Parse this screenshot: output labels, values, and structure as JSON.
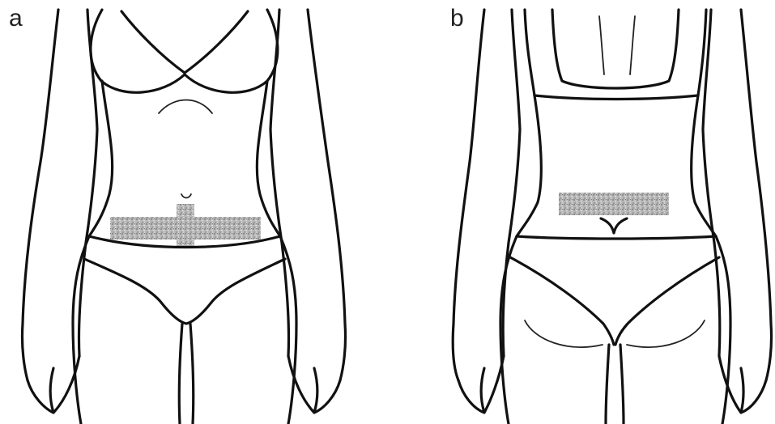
{
  "panels": [
    {
      "label": "a",
      "view": "front"
    },
    {
      "label": "b",
      "view": "back"
    }
  ],
  "colors": {
    "outline": "#111111",
    "pad_light": "#c4c4c4",
    "pad_dark": "#9a9a9a",
    "background": "#ffffff"
  }
}
